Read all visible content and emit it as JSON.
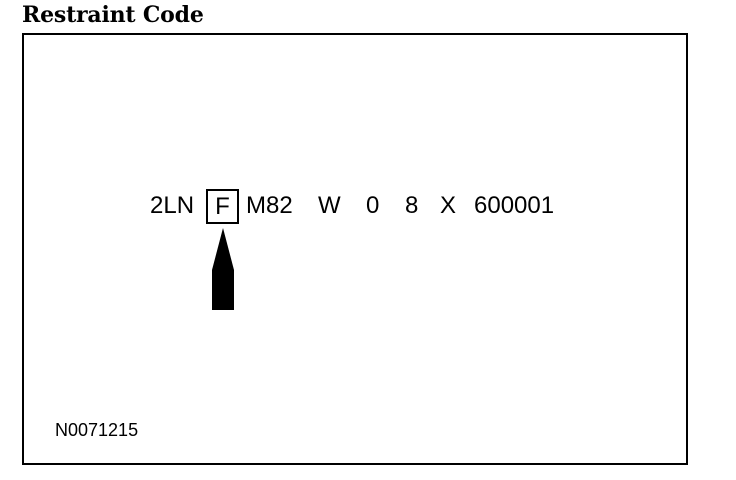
{
  "heading": "Restraint Code",
  "code": {
    "prefix": "2LN",
    "highlighted": "F",
    "segments": [
      "M82",
      "W",
      "0",
      "8",
      "X",
      "600001"
    ]
  },
  "figure_id": "N0071215"
}
